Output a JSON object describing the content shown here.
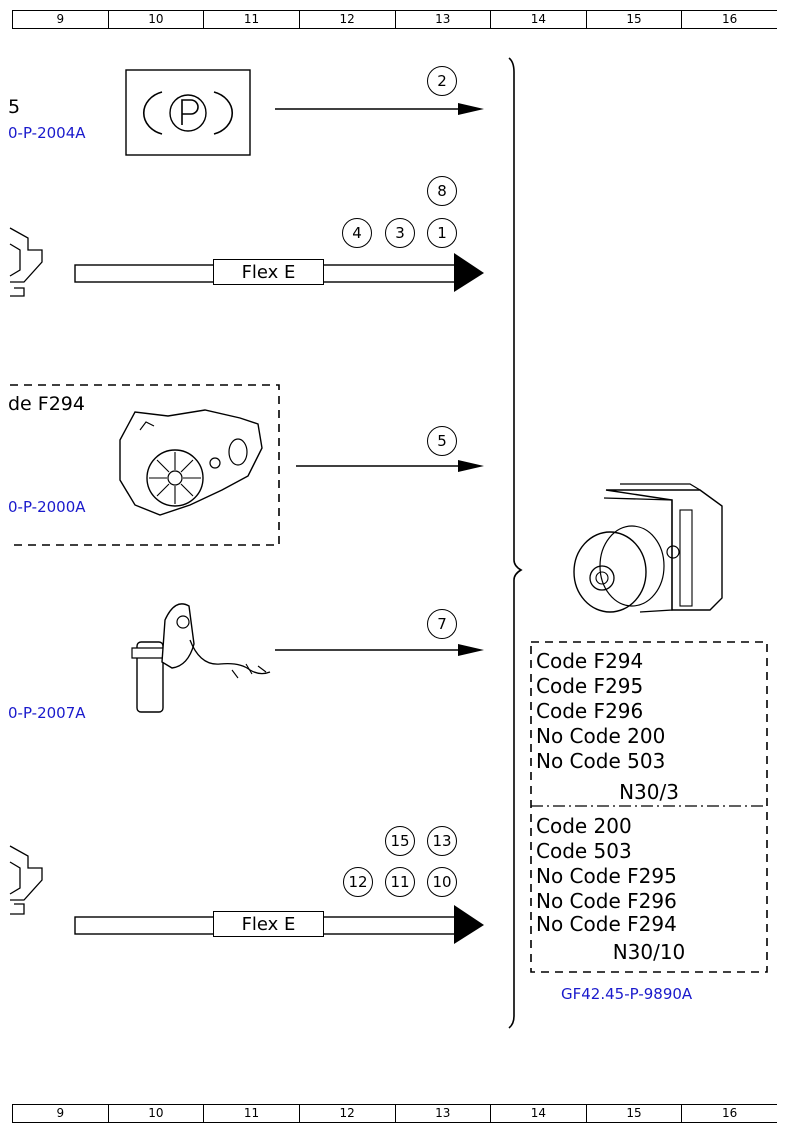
{
  "ruler": {
    "columns": [
      "9",
      "10",
      "11",
      "12",
      "13",
      "14",
      "15",
      "16"
    ]
  },
  "left_fragments": {
    "parking_digit": "5",
    "parking_ref": "0-P-2004A",
    "esp_code": "de F294",
    "esp_ref": "0-P-2000A",
    "sensor_ref": "0-P-2007A"
  },
  "connections": {
    "parking_arrow_numbers": [
      "2"
    ],
    "bus1_numbers_top": [
      "8"
    ],
    "bus1_numbers_row": [
      "4",
      "3",
      "1"
    ],
    "bus1_label": "Flex E",
    "motor_arrow_numbers": [
      "5"
    ],
    "sensor_arrow_numbers": [
      "7"
    ],
    "bus2_numbers_top": [
      "15",
      "13"
    ],
    "bus2_numbers_row": [
      "12",
      "11",
      "10"
    ],
    "bus2_label": "Flex E"
  },
  "unit": {
    "group1_lines": [
      "Code F294",
      "Code F295",
      "Code F296",
      "No Code 200",
      "No Code 503"
    ],
    "group1_id": "N30/3",
    "group2_lines": [
      "Code 200",
      "Code 503",
      "No Code F295",
      "No Code F296",
      "No Code F294"
    ],
    "group2_id": "N30/10",
    "ref": "GF42.45-P-9890A"
  },
  "icons": {
    "parking_symbol": "parking-brake-p-icon",
    "connector": "connector-icon",
    "motor": "motor-actuator-icon",
    "sensor": "sensor-icon",
    "control_unit": "control-unit-icon"
  }
}
